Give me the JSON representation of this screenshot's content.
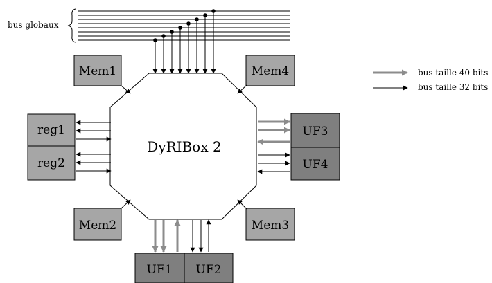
{
  "diagram": {
    "center_label": "DyRIBox 2",
    "global_bus_label": "bus globaux",
    "legend": {
      "wide_bus": "bus taille 40 bits",
      "narrow_bus": "bus taille 32 bits"
    },
    "memories": {
      "mem1": "Mem1",
      "mem2": "Mem2",
      "mem3": "Mem3",
      "mem4": "Mem4"
    },
    "registers": {
      "reg1": "reg1",
      "reg2": "reg2"
    },
    "units": {
      "uf1": "UF1",
      "uf2": "UF2",
      "uf3": "UF3",
      "uf4": "UF4"
    },
    "colors": {
      "light_box": "#a6a6a6",
      "dark_box": "#7f7f7f",
      "wide_bus": "#8c8c8c",
      "line": "#000000"
    }
  }
}
